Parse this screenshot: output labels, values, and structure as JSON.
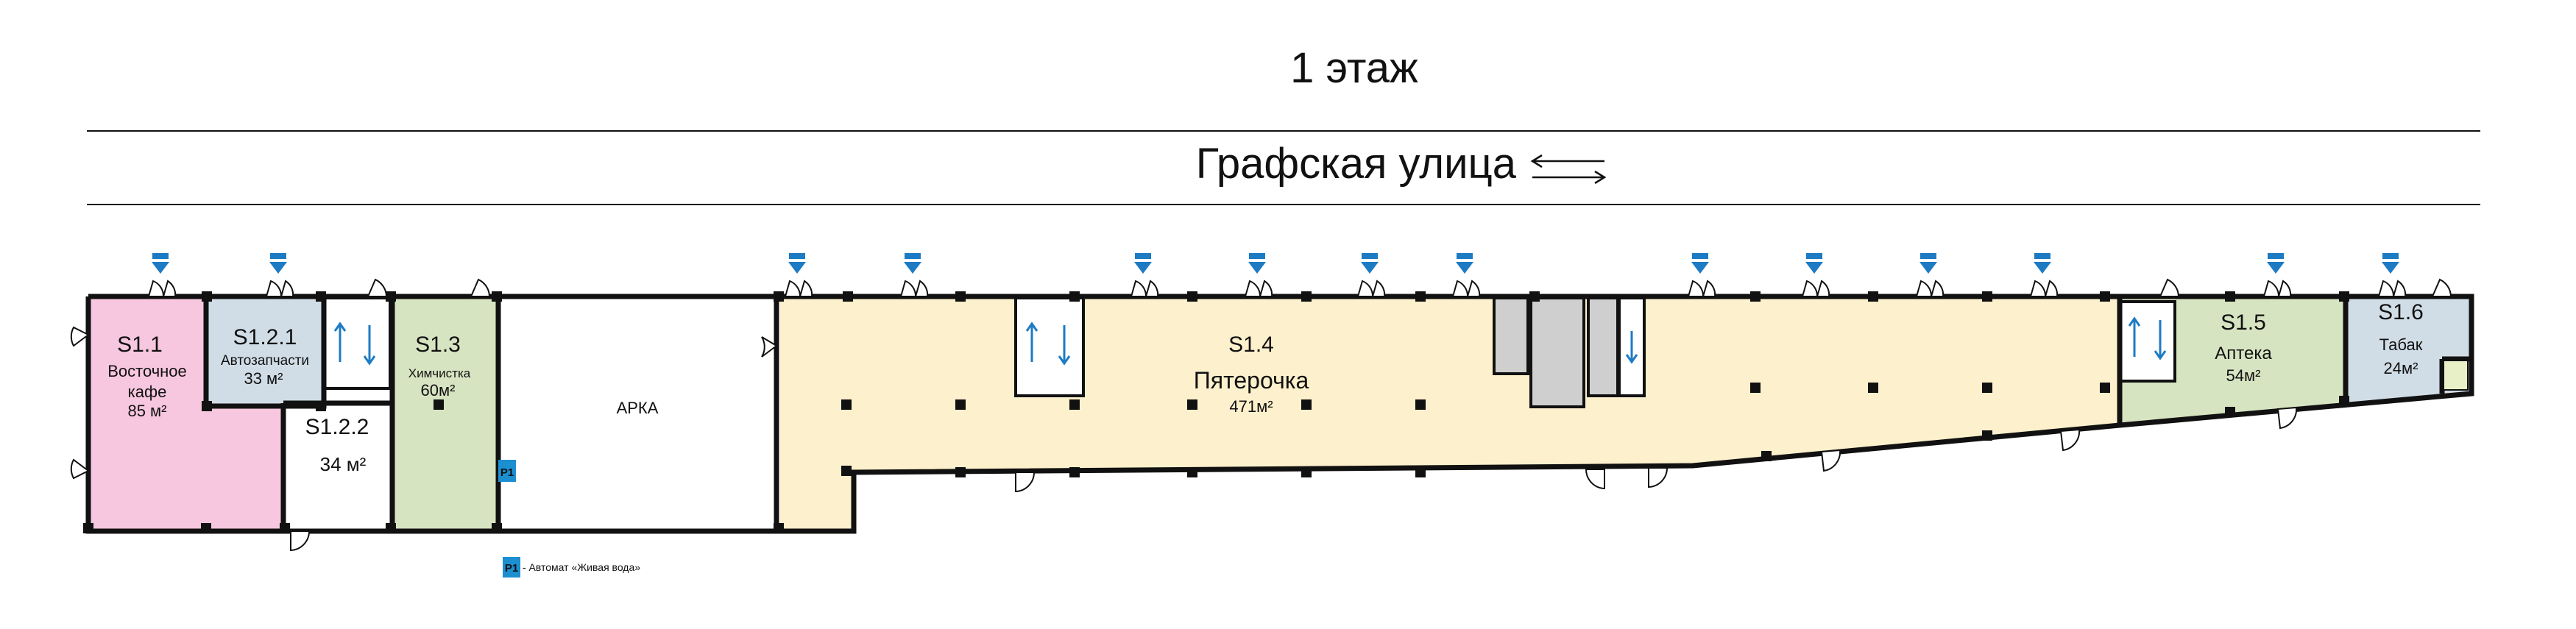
{
  "floor_title": "1 этаж",
  "street": {
    "name": "Графская улица",
    "icon": "two-way-arrow-icon"
  },
  "units": [
    {
      "id": "S1.1",
      "name": "Восточное кафе",
      "name_lines": [
        "Восточное",
        "кафе"
      ],
      "area": "85 м²",
      "color": "#f7c6df"
    },
    {
      "id": "S1.2.1",
      "name": "Автозапчасти",
      "area": "33 м²",
      "color": "#d1dde6"
    },
    {
      "id": "S1.2.2",
      "name": "",
      "area": "34 м²",
      "color": "#ffffff"
    },
    {
      "id": "S1.3",
      "name": "Химчистка",
      "area": "60м²",
      "color": "#d7e4c1"
    },
    {
      "id": "",
      "name": "АРКА",
      "area": "",
      "color": "#ffffff"
    },
    {
      "id": "S1.4",
      "name": "Пятерочка",
      "area": "471м²",
      "color": "#fdf0cc"
    },
    {
      "id": "S1.5",
      "name": "Аптека",
      "area": "54м²",
      "color": "#d7e4c1"
    },
    {
      "id": "S1.6",
      "name": "Табак",
      "area": "24м²",
      "color": "#d1dde6"
    }
  ],
  "legend": {
    "code": "P1",
    "text": "- Автомат «Живая вода»",
    "color": "#1b8fd0"
  },
  "colors": {
    "wall": "#111111",
    "entrance_marker": "#1d7bc4",
    "service_gray": "#cfcfcf",
    "stair_arrow": "#1d7bc4"
  }
}
